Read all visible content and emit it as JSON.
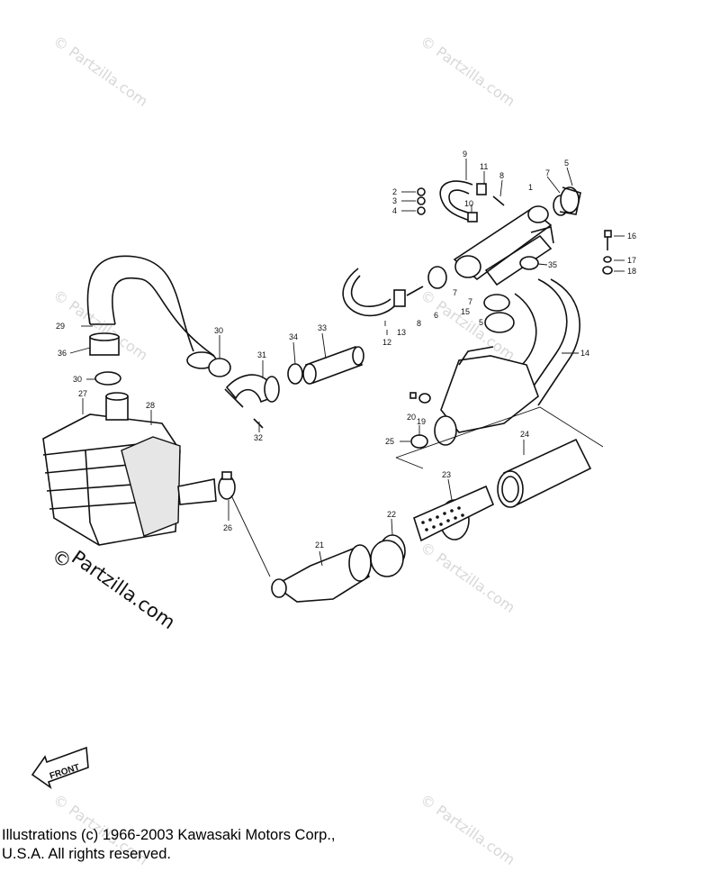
{
  "diagram": {
    "part_labels": [
      {
        "id": "p9",
        "text": "9"
      },
      {
        "id": "p11",
        "text": "11"
      },
      {
        "id": "p8a",
        "text": "8"
      },
      {
        "id": "p7a",
        "text": "7"
      },
      {
        "id": "p5a",
        "text": "5"
      },
      {
        "id": "p2",
        "text": "2"
      },
      {
        "id": "p3",
        "text": "3"
      },
      {
        "id": "p4",
        "text": "4"
      },
      {
        "id": "p10",
        "text": "10"
      },
      {
        "id": "p1",
        "text": "1"
      },
      {
        "id": "p16",
        "text": "16"
      },
      {
        "id": "p17",
        "text": "17"
      },
      {
        "id": "p18",
        "text": "18"
      },
      {
        "id": "p35a",
        "text": "35"
      },
      {
        "id": "p7b",
        "text": "7"
      },
      {
        "id": "p15",
        "text": "15"
      },
      {
        "id": "p5b",
        "text": "5"
      },
      {
        "id": "p6",
        "text": "6"
      },
      {
        "id": "p8b",
        "text": "8"
      },
      {
        "id": "p13",
        "text": "13"
      },
      {
        "id": "p12",
        "text": "12"
      },
      {
        "id": "p14",
        "text": "14"
      },
      {
        "id": "p29",
        "text": "29"
      },
      {
        "id": "p36",
        "text": "36"
      },
      {
        "id": "p30a",
        "text": "30"
      },
      {
        "id": "p30b",
        "text": "30"
      },
      {
        "id": "p31",
        "text": "31"
      },
      {
        "id": "p34",
        "text": "34"
      },
      {
        "id": "p33",
        "text": "33"
      },
      {
        "id": "p27",
        "text": "27"
      },
      {
        "id": "p28",
        "text": "28"
      },
      {
        "id": "p32",
        "text": "32"
      },
      {
        "id": "p20",
        "text": "20"
      },
      {
        "id": "p19",
        "text": "19"
      },
      {
        "id": "p25",
        "text": "25"
      },
      {
        "id": "p24",
        "text": "24"
      },
      {
        "id": "p23",
        "text": "23"
      },
      {
        "id": "p26",
        "text": "26"
      },
      {
        "id": "p22",
        "text": "22"
      },
      {
        "id": "p21",
        "text": "21"
      },
      {
        "id": "p7c",
        "text": "7"
      }
    ],
    "front_arrow_label": "FRONT",
    "watermark_small": "© Partzilla.com",
    "watermark_large_symbol": "©",
    "watermark_large_text": "Partzilla.com"
  },
  "footer": {
    "line1": "Illustrations (c) 1966-2003 Kawasaki Motors Corp.,",
    "line2": "U.S.A.  All rights reserved."
  }
}
